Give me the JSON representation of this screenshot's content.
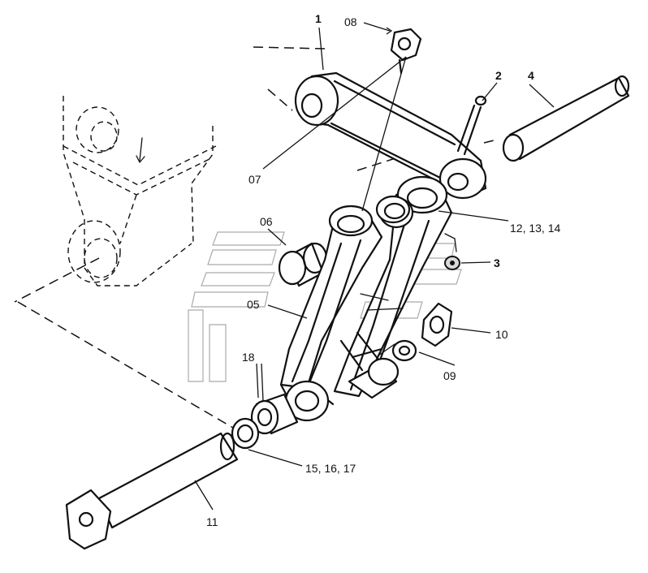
{
  "callouts": {
    "c1": "1",
    "c2": "2",
    "c3": "3",
    "c4": "4",
    "c05": "05",
    "c06": "06",
    "c07": "07",
    "c08": "08",
    "c09": "09",
    "c10": "10",
    "c11": "11",
    "c12_14": "12, 13, 14",
    "c15_17": "15, 16, 17",
    "c18": "18"
  }
}
